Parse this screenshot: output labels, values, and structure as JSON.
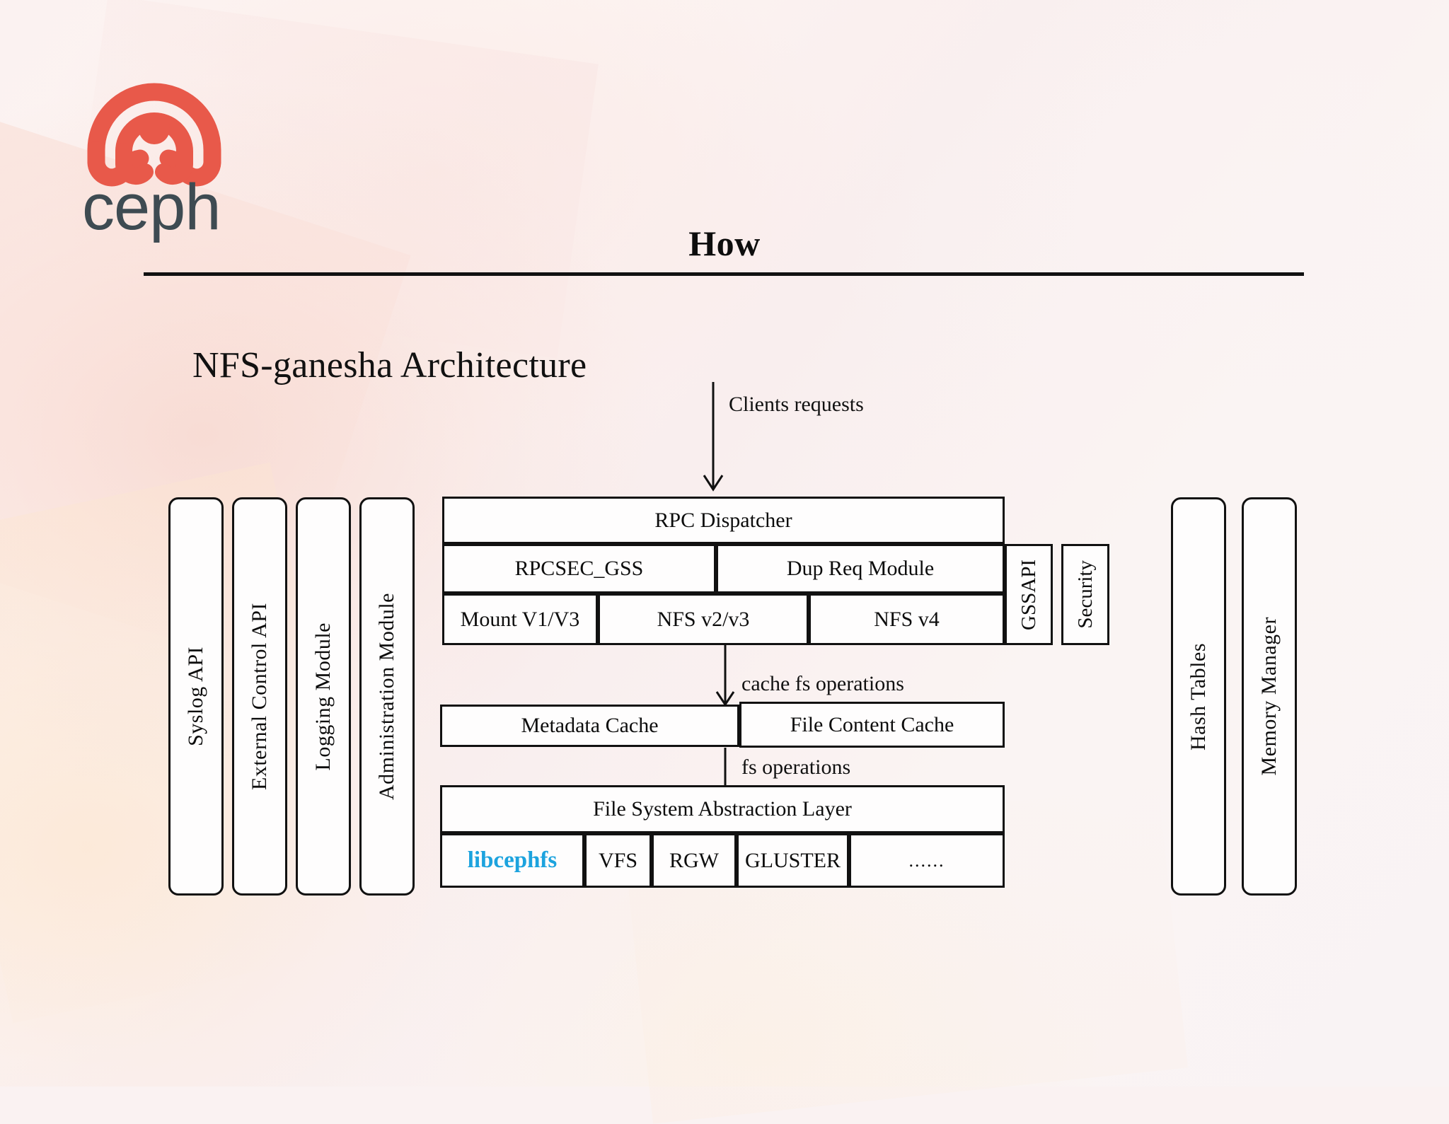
{
  "brand": {
    "logo_icon": "ceph-logo-icon",
    "wordmark": "ceph",
    "logo_color": "#E8594A",
    "wordmark_color": "#3E4B52"
  },
  "header": {
    "title": "How"
  },
  "section": {
    "title": "NFS-ganesha Architecture"
  },
  "diagram": {
    "left_modules": [
      {
        "label": "Syslog API"
      },
      {
        "label": "External Control API"
      },
      {
        "label": "Logging Module"
      },
      {
        "label": "Administration Module"
      }
    ],
    "right_modules": [
      {
        "label": "Hash Tables"
      },
      {
        "label": "Memory Manager"
      }
    ],
    "entry_label": "Clients requests",
    "rpc_dispatcher": "RPC Dispatcher",
    "rpc_row": [
      {
        "label": "RPCSEC_GSS"
      },
      {
        "label": "Dup Req Module"
      }
    ],
    "protocol_row": [
      {
        "label": "Mount V1/V3"
      },
      {
        "label": "NFS v2/v3"
      },
      {
        "label": "NFS v4"
      }
    ],
    "side_columns": [
      {
        "label": "GSSAPI"
      },
      {
        "label": "Security"
      }
    ],
    "arrow_cache_label": "cache fs operations",
    "cache_row": [
      {
        "label": "Metadata Cache"
      },
      {
        "label": "File Content Cache"
      }
    ],
    "arrow_fs_label": "fs operations",
    "fsal_label": "File System Abstraction Layer",
    "fsal_backends": [
      {
        "label": "libcephfs",
        "accent": true,
        "color": "#1CA3DE"
      },
      {
        "label": "VFS",
        "accent": false
      },
      {
        "label": "RGW",
        "accent": false
      },
      {
        "label": "GLUSTER",
        "accent": false
      },
      {
        "label": "......",
        "accent": false
      }
    ]
  }
}
